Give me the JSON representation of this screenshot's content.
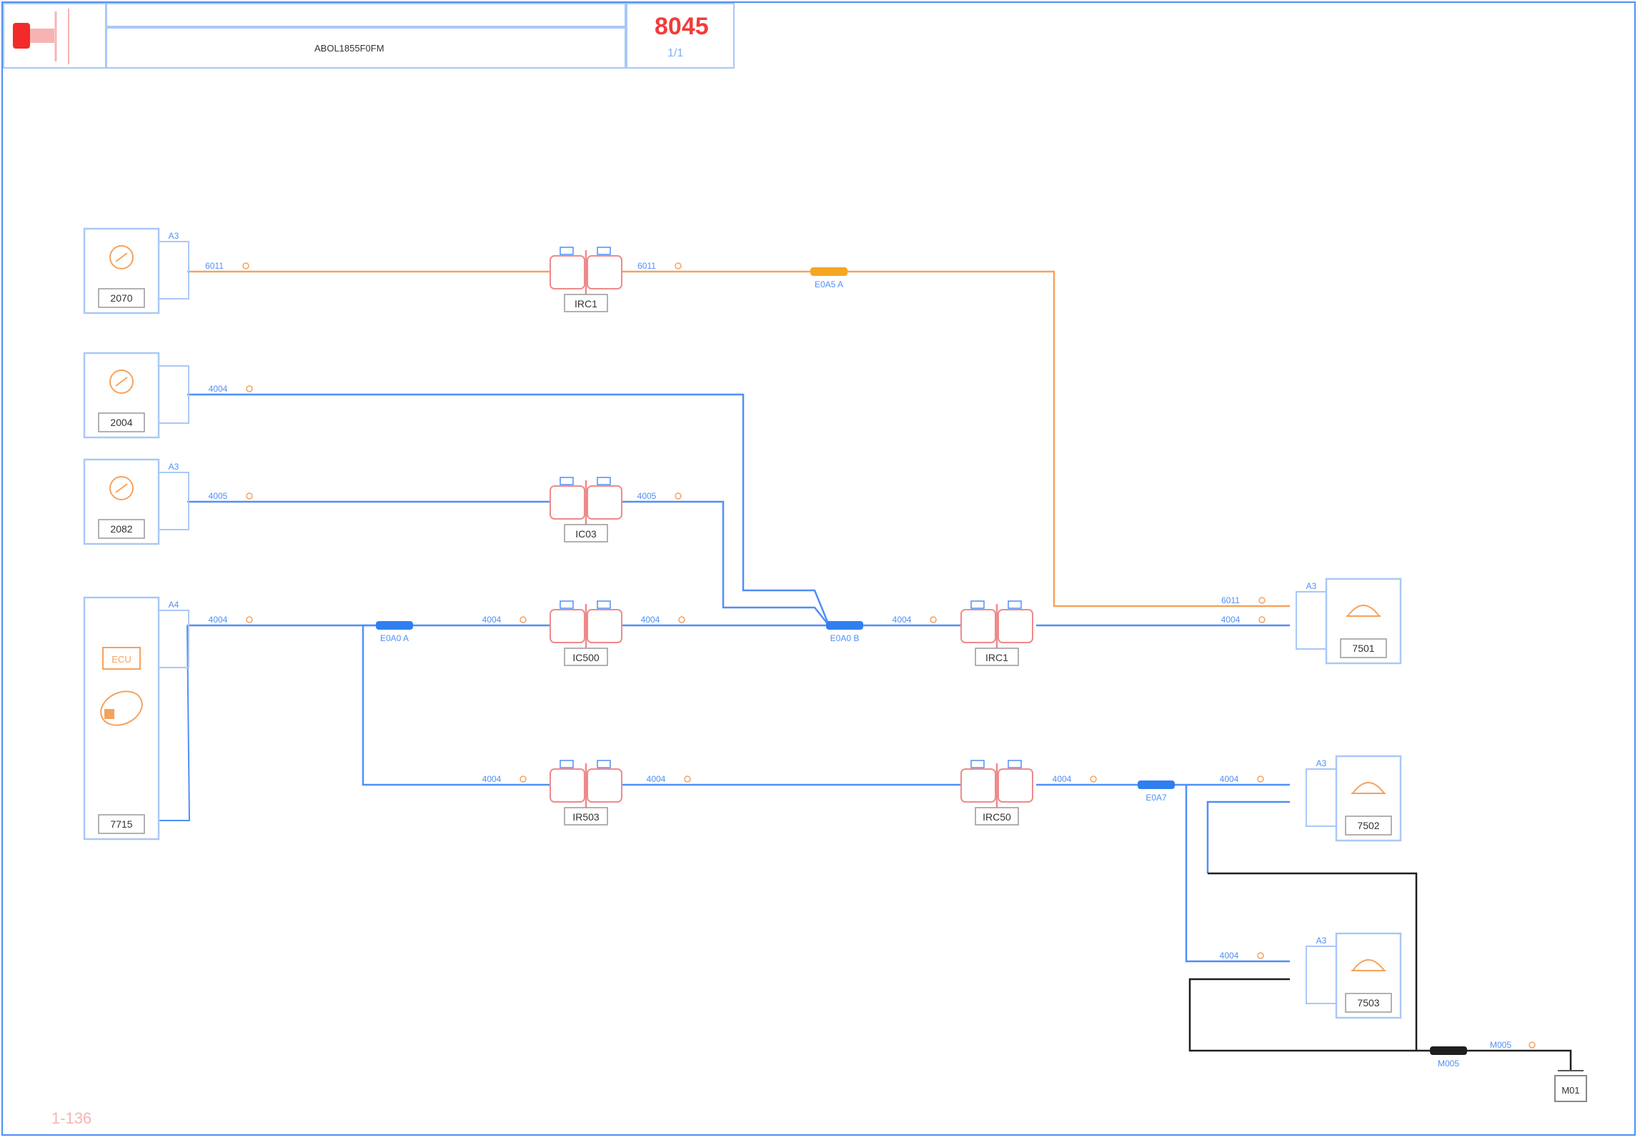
{
  "title_block": {
    "code": "",
    "description": "ABOL1855F0FM",
    "page_id": "8045",
    "page_sub": "1/1"
  },
  "footer_ref": "1-136",
  "colors": {
    "wire_blue": "#4f8ff7",
    "wire_orange": "#f5a25d",
    "wire_black": "#1f1f1f",
    "connector_red": "#f08a8a",
    "splice_orange": "#f5a623",
    "splice_blue": "#2f7ff0",
    "splice_black": "#1f1f1f"
  },
  "components": [
    {
      "id": "comp-1",
      "label": "2070",
      "pin": "A3",
      "icon": "bulb-icon"
    },
    {
      "id": "comp-2",
      "label": "2004",
      "pin": "",
      "icon": "bulb-icon"
    },
    {
      "id": "comp-3",
      "label": "2082",
      "pin": "A3",
      "icon": "bulb-icon"
    },
    {
      "id": "comp-4",
      "label": "7715",
      "pin": "A4",
      "icon": "ecu-icon",
      "tag": "ECU"
    },
    {
      "id": "comp-5",
      "label": "7501",
      "pin": "A3",
      "icon": "sensor-icon"
    },
    {
      "id": "comp-6",
      "label": "7502",
      "pin": "A3",
      "icon": "sensor-icon"
    },
    {
      "id": "comp-7",
      "label": "7503",
      "pin": "A3",
      "icon": "sensor-icon"
    }
  ],
  "connectors": [
    {
      "id": "c1",
      "label": "IRC1"
    },
    {
      "id": "c2",
      "label": "IC03"
    },
    {
      "id": "c3",
      "label": "IC500"
    },
    {
      "id": "c4",
      "label": "IRC1"
    },
    {
      "id": "c5",
      "label": "IR503"
    },
    {
      "id": "c6",
      "label": "IRC50"
    }
  ],
  "splices": [
    {
      "id": "s1",
      "label": "E0A5 A"
    },
    {
      "id": "s2",
      "label": "E0A0 A"
    },
    {
      "id": "s3",
      "label": "E0A0 B"
    },
    {
      "id": "s4",
      "label": "E0A7"
    },
    {
      "id": "s5",
      "label": "M005"
    }
  ],
  "ground": {
    "label": "M01"
  },
  "wire_labels": {
    "w1": "6011",
    "w2": "6011",
    "w3": "4004",
    "w4": "4005",
    "w5": "4005",
    "w6": "4004",
    "w7": "4004",
    "w8": "4004",
    "w9": "4004",
    "w10": "4004",
    "w11": "4004",
    "w12": "4004",
    "w13": "4004",
    "w14": "4004",
    "w15": "M005",
    "w16": "6011",
    "w17": "4004"
  }
}
